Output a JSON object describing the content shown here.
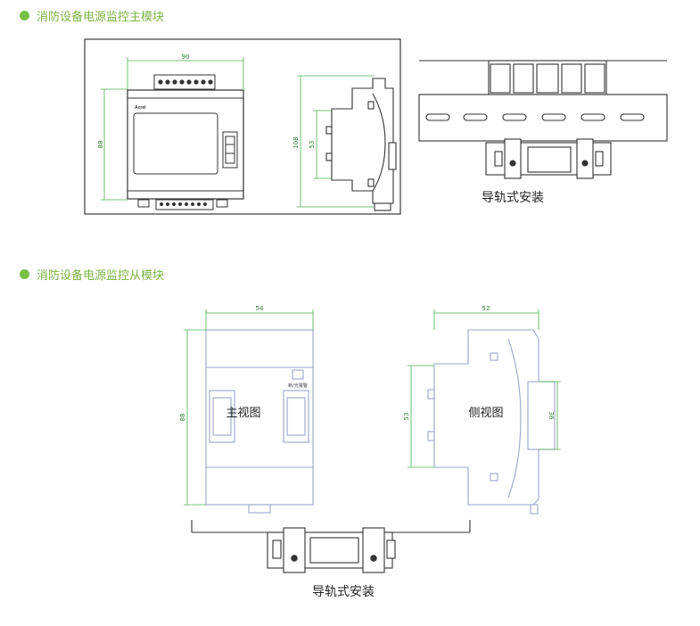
{
  "sections": [
    {
      "title": "消防设备电源监控主模块"
    },
    {
      "title": "消防设备电源监控从模块"
    }
  ],
  "master": {
    "brand": "Acrel",
    "dim_width": "90",
    "dim_height_front": "88",
    "dim_height_side": "108",
    "dim_side_inner": "53",
    "rail_caption": "导轨式安装"
  },
  "slave": {
    "dim_width_front": "54",
    "dim_height_front": "88",
    "dim_width_side": "52",
    "dim_side_inner": "53",
    "dim_side_right": "36",
    "front_label": "主视图",
    "side_label": "侧视图",
    "side_tag": "新/光报警",
    "rail_caption": "导轨式安装"
  },
  "colors": {
    "accent": "#76c043",
    "device_outline": "#9aa7c9",
    "dim_line": "#4caf50",
    "drawing": "#333333"
  }
}
